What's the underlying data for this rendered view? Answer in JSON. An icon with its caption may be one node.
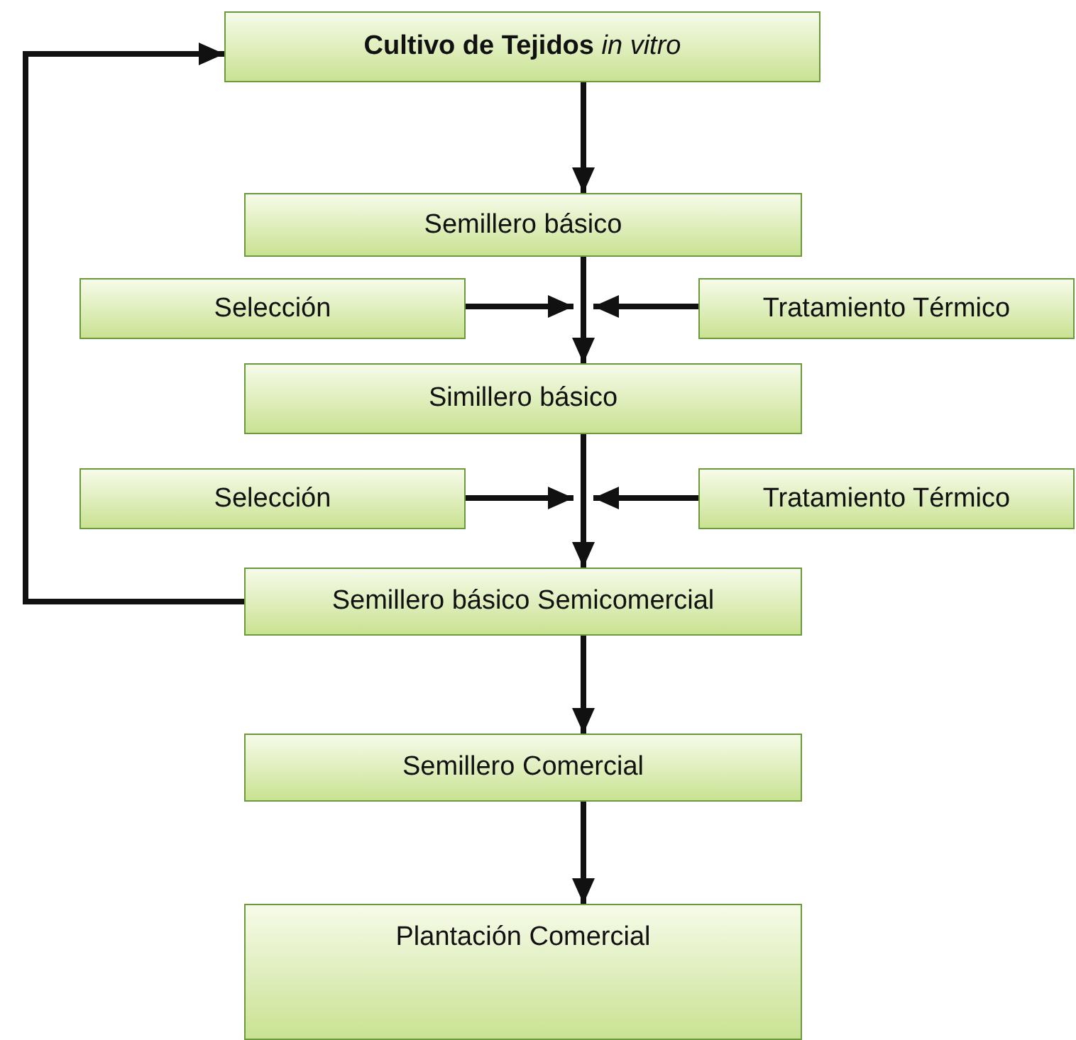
{
  "diagram": {
    "nodes": [
      {
        "text": [
          "**Cultivo de Tejidos** *in vitro*"
        ]
      },
      {
        "text": [
          "Semillero básico"
        ]
      },
      {
        "text": [
          "Selección"
        ]
      },
      {
        "text": [
          "Tratamiento Térmico"
        ]
      },
      {
        "text": [
          "Simillero básico"
        ]
      },
      {
        "text": [
          "Selección"
        ]
      },
      {
        "text": [
          "Tratamiento Térmico"
        ]
      },
      {
        "text": [
          "Semillero básico Semicomercial"
        ]
      },
      {
        "text": [
          "Semillero Comercial"
        ]
      },
      {
        "text": [
          "Plantación Comercial"
        ]
      }
    ],
    "edges": [
      {
        "from": 0,
        "to": 1,
        "arrow": "to"
      },
      {
        "from": 1,
        "to": 4,
        "arrow": "to"
      },
      {
        "from": 2,
        "to": null,
        "arrow": "to"
      },
      {
        "from": 3,
        "to": null,
        "arrow": "to"
      },
      {
        "from": 4,
        "to": 7,
        "arrow": "to"
      },
      {
        "from": 5,
        "to": null,
        "arrow": "to"
      },
      {
        "from": 6,
        "to": null,
        "arrow": "to"
      },
      {
        "from": 7,
        "to": 0,
        "arrow": "to"
      },
      {
        "from": 7,
        "to": 8,
        "arrow": "to"
      },
      {
        "from": 8,
        "to": 9,
        "arrow": "to"
      }
    ]
  }
}
